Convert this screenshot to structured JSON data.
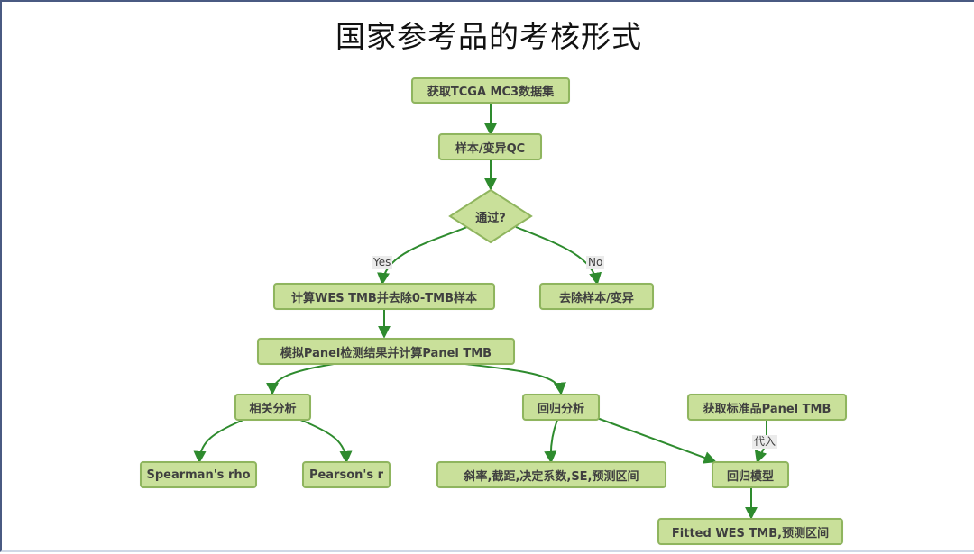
{
  "title": "国家参考品的考核形式",
  "colors": {
    "node_fill": "#c9e09a",
    "node_border": "#8fb55e",
    "edge": "#2e8b2e",
    "text": "#3f3f3f"
  },
  "nodes": {
    "get_data": "获取TCGA MC3数据集",
    "qc": "样本/变异QC",
    "pass_decision": "通过?",
    "calc_wes": "计算WES TMB并去除0-TMB样本",
    "remove": "去除样本/变异",
    "simulate_panel": "模拟Panel检测结果并计算Panel TMB",
    "correlation": "相关分析",
    "regression": "回归分析",
    "get_standard": "获取标准品Panel TMB",
    "spearman": "Spearman's rho",
    "pearson": "Pearson's r",
    "reg_stats": "斜率,截距,决定系数,SE,预测区间",
    "reg_model": "回归模型",
    "fitted": "Fitted WES TMB,预测区间"
  },
  "edge_labels": {
    "yes": "Yes",
    "no": "No",
    "substitute": "代入"
  }
}
